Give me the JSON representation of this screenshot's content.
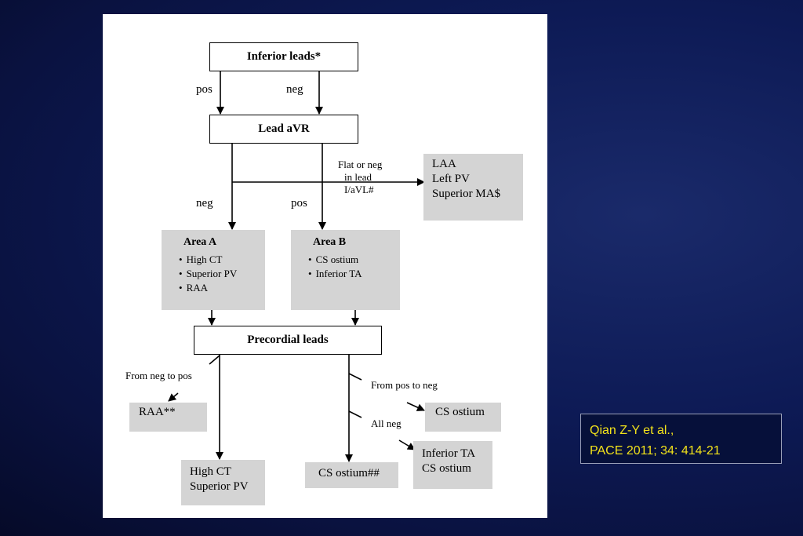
{
  "flowchart": {
    "inferior_leads": "Inferior leads*",
    "lead_avr": "Lead aVR",
    "precordial_leads": "Precordial leads",
    "label_pos_1": "pos",
    "label_neg_1": "neg",
    "label_neg_2": "neg",
    "label_pos_2": "pos",
    "flat_line1": "Flat   or   neg",
    "flat_line2": "in        lead",
    "flat_line3": "I/aVL#",
    "laa_box": [
      "LAA",
      "Left PV",
      "Superior MA$"
    ],
    "area_a": {
      "title": "Area A",
      "items": [
        "High CT",
        "Superior PV",
        "RAA"
      ]
    },
    "area_b": {
      "title": "Area B",
      "items": [
        "CS ostium",
        "Inferior TA"
      ]
    },
    "from_neg_to_pos": "From neg to pos",
    "from_pos_to_neg": "From pos to neg",
    "all_neg": "All neg",
    "raa_box": "RAA**",
    "cs_ostium_box": "CS ostium",
    "inferior_ta_box": [
      "Inferior TA",
      "CS ostium"
    ],
    "high_ct_box": [
      "High CT",
      "Superior PV"
    ],
    "cs_ostium_hash_box": "CS ostium##"
  },
  "citation": {
    "line1": "Qian Z-Y et al.,",
    "line2": "PACE 2011; 34: 414-21"
  },
  "colors": {
    "background": "#0d1a55",
    "panel": "#ffffff",
    "grey_box": "#d4d4d4",
    "citation_text": "#f2e21a"
  }
}
